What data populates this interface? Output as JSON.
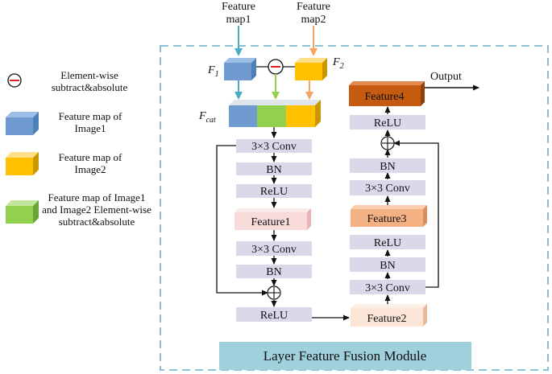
{
  "legend": {
    "subtract_label": "Element-wise subtract&absolute",
    "image1_label": "Feature map of Image1",
    "image2_label": "Feature map of Image2",
    "combined_label": "Feature map of Image1 and Image2 Element-wise subtract&absolute"
  },
  "inputs": {
    "feature_map1": [
      "Feature",
      "map1"
    ],
    "feature_map2": [
      "Feature",
      "map2"
    ],
    "f1": "F",
    "f1_sub": "1",
    "f2": "F",
    "f2_sub": "2",
    "fcat": "F",
    "fcat_sub": "cat"
  },
  "left_branch": {
    "conv1": "3×3 Conv",
    "bn1": "BN",
    "relu1": "ReLU",
    "feature1": "Feature1",
    "conv2": "3×3 Conv",
    "bn2": "BN",
    "relu_out": "ReLU"
  },
  "right_branch": {
    "feature2": "Feature2",
    "conv1": "3×3 Conv",
    "bn1": "BN",
    "relu1": "ReLU",
    "feature3": "Feature3",
    "conv2": "3×3 Conv",
    "bn2": "BN",
    "relu2": "ReLU",
    "feature4": "Feature4",
    "output": "Output"
  },
  "module_title": "Layer Feature Fusion Module",
  "colors": {
    "blue": "#6f9bd0",
    "yellow": "#ffc000",
    "green": "#92d050",
    "orange_dark": "#c55a11",
    "peach": "#f4b183",
    "light_peach": "#fbe5d6",
    "pink": "#f8dcdc",
    "layer": "#dcd8ea",
    "dash": "#7fb6cc",
    "title_bg": "#9fd0dc",
    "arrow_blue": "#4bacc6",
    "arrow_orange": "#f4a460"
  }
}
